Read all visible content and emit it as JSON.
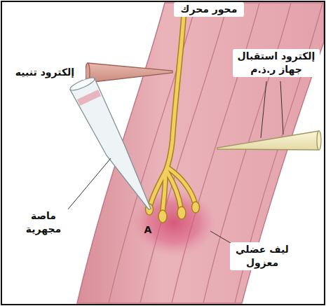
{
  "diagram": {
    "labels": [
      "محور محرك",
      "إلكترود تنبيه",
      "إلكترود استقبال جهاز ر.ذ.م",
      "ماصة مجهرية",
      "A",
      "ليف عضلي معزول"
    ]
  }
}
